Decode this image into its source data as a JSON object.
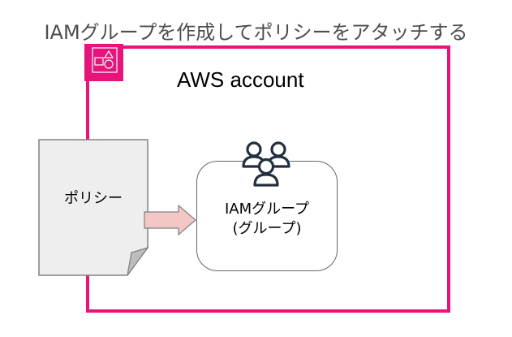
{
  "diagram": {
    "title": "IAMグループを作成してポリシーをアタッチする",
    "account": {
      "label": "AWS account",
      "icon": "aws-account-icon",
      "color": "#E7157B"
    },
    "policy": {
      "label": "ポリシー",
      "icon": "document-icon",
      "fill": "#EEEEEE"
    },
    "arrow": {
      "direction": "right",
      "fill": "#F4C7C7"
    },
    "group": {
      "line1": "IAMグループ",
      "line2": "(グループ)",
      "icon": "users-icon",
      "icon_color": "#232F3E"
    }
  }
}
